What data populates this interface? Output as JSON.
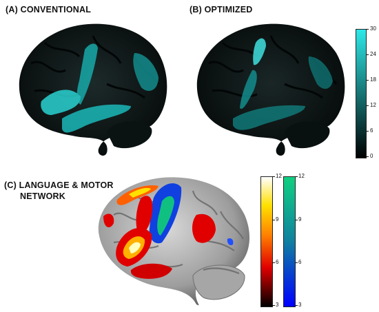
{
  "panels": {
    "a": {
      "label": "(A) CONVENTIONAL"
    },
    "b": {
      "label": "(B) OPTIMIZED"
    },
    "c": {
      "label_line1": "(C) LANGUAGE & MOTOR",
      "label_line2": "NETWORK"
    }
  },
  "colorbars": {
    "teal": {
      "ticks": [
        "30",
        "24",
        "18",
        "12",
        "6",
        "0"
      ],
      "colors": [
        "#2ee8e8",
        "#000000"
      ]
    },
    "hot": {
      "ticks": [
        "12",
        "9",
        "6",
        "3"
      ],
      "colors": [
        "#ffffff",
        "#ffe000",
        "#ff8000",
        "#e00000",
        "#000000"
      ]
    },
    "winter": {
      "ticks": [
        "12",
        "9",
        "6",
        "3"
      ],
      "colors": [
        "#10d080",
        "#1080a0",
        "#0000ff"
      ]
    }
  }
}
